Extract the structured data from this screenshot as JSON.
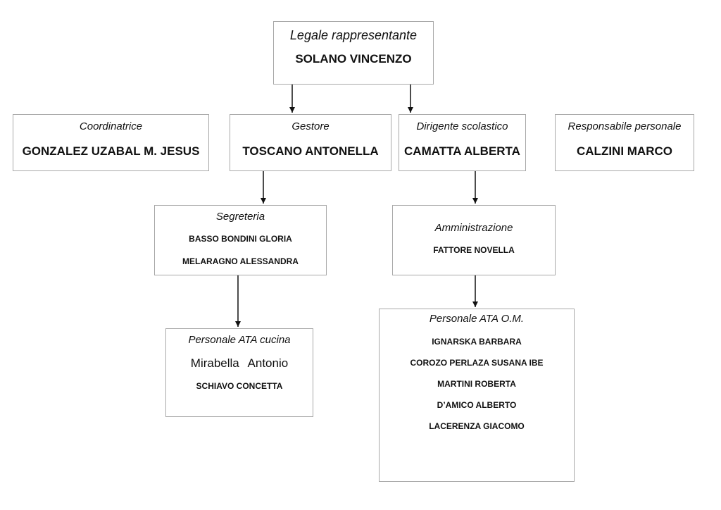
{
  "legale": {
    "role": "Legale rappresentante",
    "name": "SOLANO VINCENZO"
  },
  "coordinatrice": {
    "role": "Coordinatrice",
    "name": "GONZALEZ UZABAL M. JESUS"
  },
  "gestore": {
    "role": "Gestore",
    "name": "TOSCANO ANTONELLA"
  },
  "dirigente": {
    "role": "Dirigente scolastico",
    "name": "CAMATTA ALBERTA"
  },
  "responsabile": {
    "role": "Responsabile personale",
    "name": "CALZINI MARCO"
  },
  "segreteria": {
    "role": "Segreteria",
    "names": [
      "BASSO BONDINI GLORIA",
      "MELARAGNO ALESSANDRA"
    ]
  },
  "amministrazione": {
    "role": "Amministrazione",
    "name": "FATTORE NOVELLA"
  },
  "cucina": {
    "role": "Personale ATA cucina",
    "names": [
      "Mirabella Antonio",
      "SCHIAVO CONCETTA"
    ]
  },
  "ata_om": {
    "role": "Personale ATA O.M.",
    "names": [
      "IGNARSKA BARBARA",
      "COROZO PERLAZA SUSANA IBE",
      "MARTINI ROBERTA",
      "D’AMICO ALBERTO",
      "LACERENZA GIACOMO"
    ]
  }
}
